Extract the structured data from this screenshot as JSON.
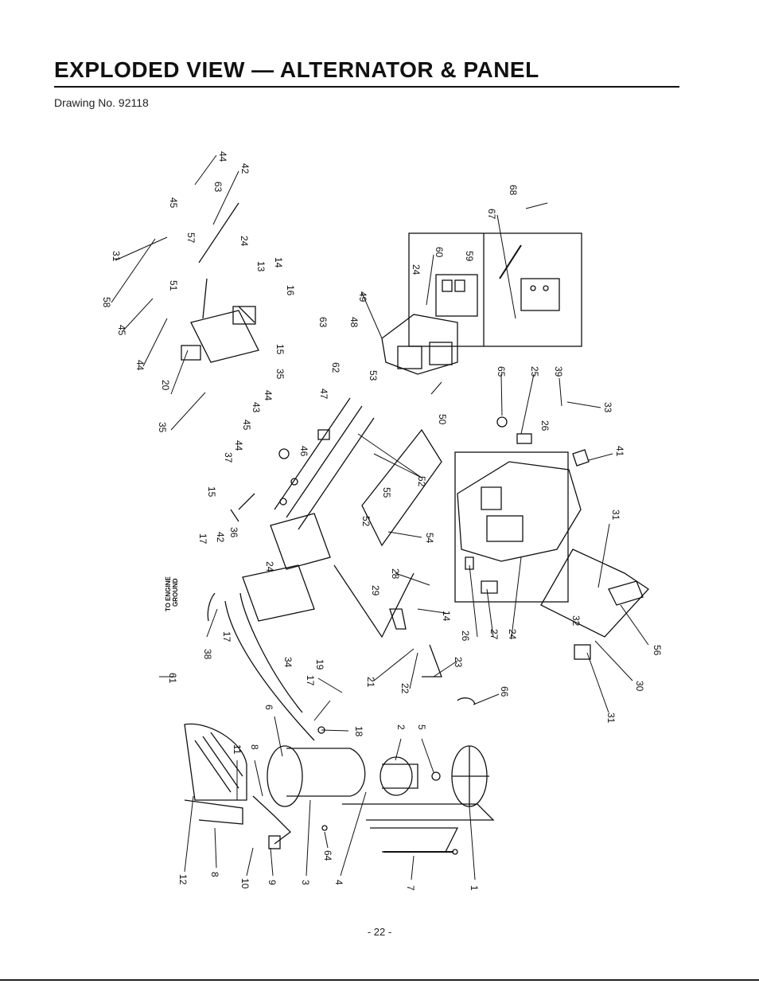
{
  "page": {
    "title": "EXPLODED VIEW — ALTERNATOR & PANEL",
    "drawing_no": "Drawing No. 92118",
    "page_number": "- 22 -"
  },
  "diagram": {
    "ground_label_line1": "TO ENGINE",
    "ground_label_line2": "GROUND",
    "callouts": [
      "44",
      "42",
      "63",
      "45",
      "24",
      "31",
      "57",
      "58",
      "51",
      "13",
      "14",
      "45",
      "44",
      "16",
      "20",
      "63",
      "15",
      "35",
      "48",
      "62",
      "49",
      "24",
      "60",
      "59",
      "68",
      "67",
      "43",
      "44",
      "35",
      "47",
      "45",
      "46",
      "53",
      "37",
      "44",
      "50",
      "65",
      "25",
      "39",
      "33",
      "26",
      "41",
      "15",
      "52",
      "55",
      "17",
      "42",
      "36",
      "52",
      "54",
      "24",
      "28",
      "29",
      "14",
      "31",
      "38",
      "17",
      "34",
      "19",
      "26",
      "27",
      "24",
      "32",
      "21",
      "22",
      "23",
      "56",
      "30",
      "17",
      "66",
      "61",
      "6",
      "18",
      "11",
      "8",
      "2",
      "5",
      "31",
      "64",
      "12",
      "8",
      "10",
      "9",
      "3",
      "4",
      "7",
      "1"
    ]
  }
}
